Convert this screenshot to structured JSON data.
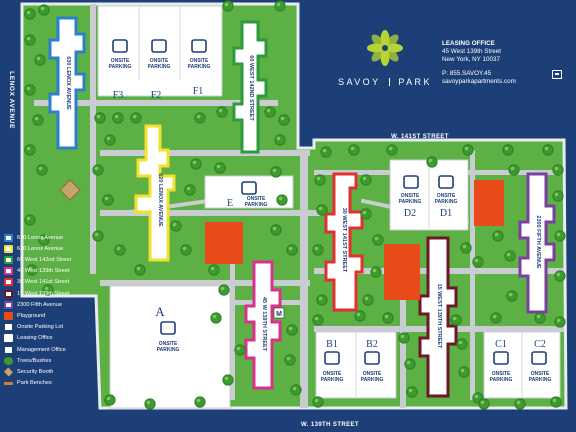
{
  "brand": {
    "name": "SAVOY",
    "name2": "PARK",
    "leaf_color": "#b7d432"
  },
  "office": {
    "title": "LEASING OFFICE",
    "address1": "45 West 139th Street",
    "address2": "New York, NY 10037",
    "phone": "P: 855.SAVOY.45",
    "website": "savoyparkapartments.com"
  },
  "streets": {
    "lenox": "LENOX AVENUE",
    "w141": "W. 141ST STREET",
    "w139": "W. 139TH STREET"
  },
  "buildings": {
    "lenox630": "630 LENOX AVENUE",
    "lenox620": "620 LENOX AVENUE",
    "w142": "60 WEST 142ND STREET",
    "w141_30": "30 WEST 141ST STREET",
    "w139_45": "45 W 139TH STREET",
    "w139_15": "15 WEST 139TH STREET",
    "fifth2300": "2300 FIFTH AVENUE"
  },
  "lots": {
    "A": "A",
    "E": "E",
    "F1": "F1",
    "F2": "F2",
    "F3": "F3",
    "D1": "D1",
    "D2": "D2",
    "B1": "B1",
    "B2": "B2",
    "C1": "C1",
    "C2": "C2",
    "onsite": "ONSITE",
    "parking": "PARKING"
  },
  "markers": {
    "management": "M"
  },
  "legend": [
    {
      "label": "630 Lenox Avenue",
      "color": "#2c7fd0",
      "kind": "building"
    },
    {
      "label": "620 Lenox Avenue",
      "color": "#f2e12c",
      "kind": "building"
    },
    {
      "label": "60 West 142nd Street",
      "color": "#2e9a3e",
      "kind": "building"
    },
    {
      "label": "45 West 139th Street",
      "color": "#d8318e",
      "kind": "building"
    },
    {
      "label": "30 West 141st Street",
      "color": "#e23030",
      "kind": "building"
    },
    {
      "label": "15 West 139th Street",
      "color": "#6b1a25",
      "kind": "building"
    },
    {
      "label": "2300 Fifth Avenue",
      "color": "#7b3fa0",
      "kind": "building"
    },
    {
      "label": "Playground",
      "color": "#e84a1a",
      "kind": "playground"
    },
    {
      "label": "Onsite Parking Lot",
      "color": "#ffffff",
      "kind": "parking"
    },
    {
      "label": "Leasing Office",
      "color": "#ffffff",
      "kind": "office"
    },
    {
      "label": "Management Office",
      "color": "#ffffff",
      "kind": "management"
    },
    {
      "label": "Trees/Bushes",
      "color": "#3c9a2f",
      "kind": "tree"
    },
    {
      "label": "Security Booth",
      "color": "#ffffff",
      "kind": "security"
    },
    {
      "label": "Park Benches",
      "color": "#c8823a",
      "kind": "bench"
    }
  ],
  "colors": {
    "grass": "#5cb044",
    "path": "#c8ccd0",
    "street": "#1d3f78",
    "tree": "#3c9a2f",
    "playground": "#e84a1a"
  }
}
